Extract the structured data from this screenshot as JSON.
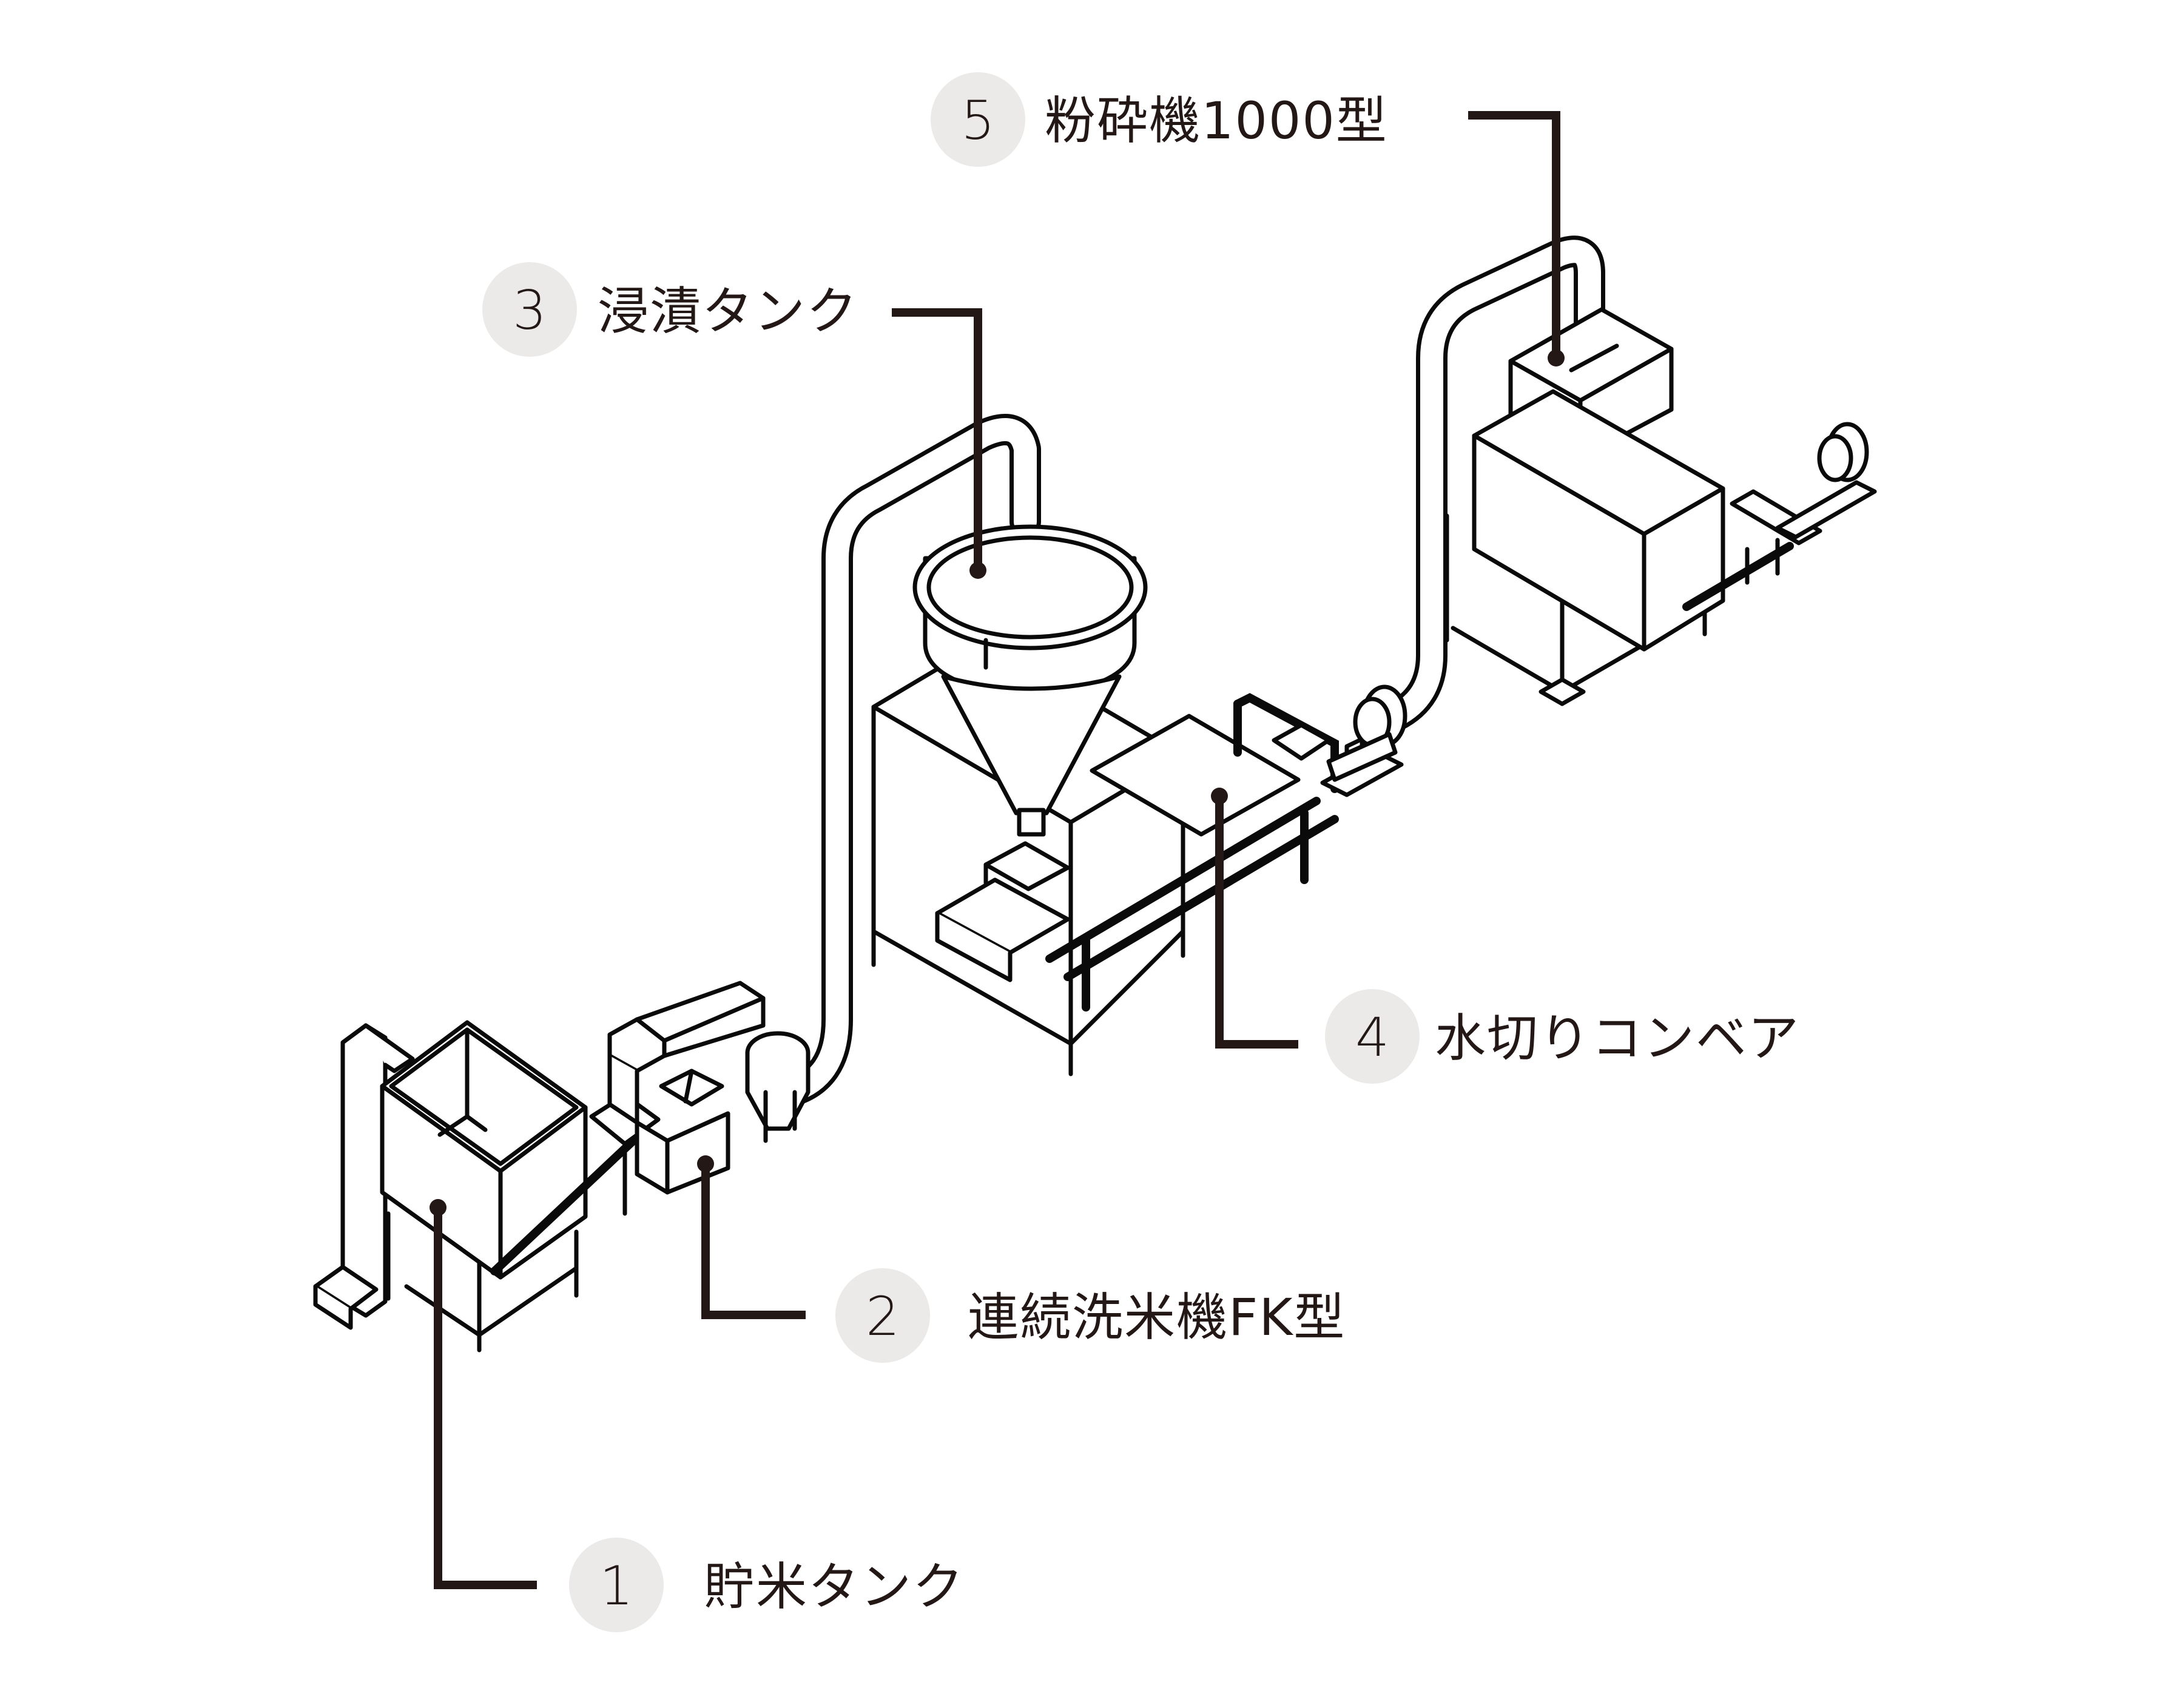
{
  "diagram": {
    "type": "process-flow-illustration",
    "colors": {
      "line": "#0a0a0a",
      "leader": "#231815",
      "badge_fill": "#ebeae9",
      "background": "#ffffff"
    },
    "callouts": [
      {
        "number": "1",
        "label": "貯米タンク"
      },
      {
        "number": "2",
        "label": "連続洗米機FK型"
      },
      {
        "number": "3",
        "label": "浸漬タンク"
      },
      {
        "number": "4",
        "label": "水切りコンベア"
      },
      {
        "number": "5",
        "label": "粉砕機1000型"
      }
    ]
  }
}
